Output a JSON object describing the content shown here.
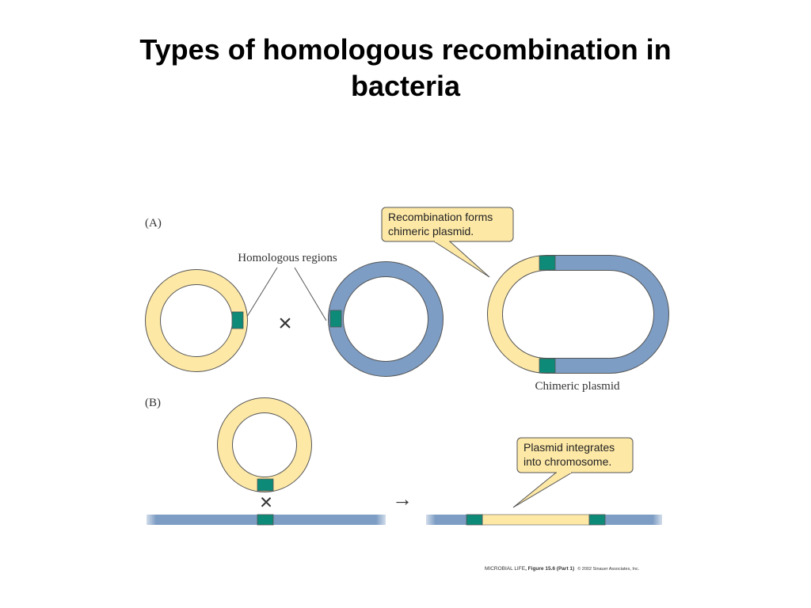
{
  "title": {
    "line1": "Types of homologous recombination in",
    "line2": "bacteria"
  },
  "panel_a": {
    "label": "(A)",
    "homologous_label": "Homologous regions",
    "cross_symbol": "×",
    "callout": {
      "line1": "Recombination forms",
      "line2": "chimeric plasmid."
    },
    "result_label": "Chimeric plasmid"
  },
  "panel_b": {
    "label": "(B)",
    "cross_symbol": "×",
    "arrow_symbol": "→",
    "callout": {
      "line1": "Plasmid integrates",
      "line2": "into chromosome."
    }
  },
  "credit": {
    "book": "MICROBIAL LIFE",
    "figure": ", Figure 15.6 (Part 1)",
    "copyright": "© 2002 Sinauer Associates, Inc."
  },
  "colors": {
    "plasmid_yellow": "#fde8a6",
    "chromosome_blue": "#7d9dc4",
    "homologous_teal": "#0d8a78",
    "callout_fill": "#fde8a6",
    "outline": "#555555"
  }
}
